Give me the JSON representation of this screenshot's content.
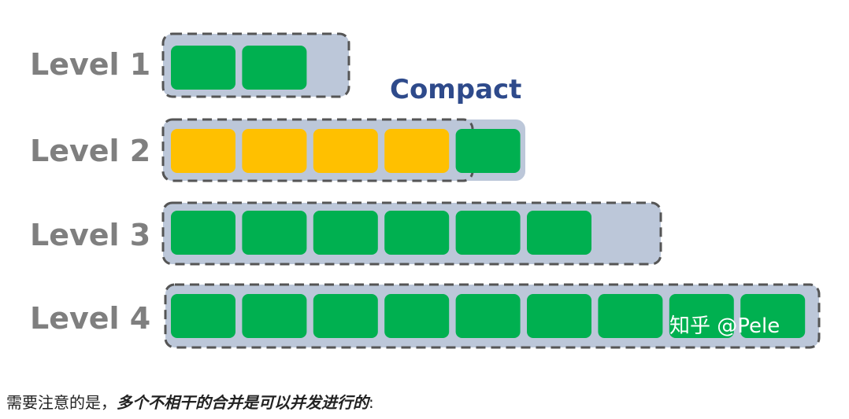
{
  "levels": [
    {
      "label": "Level 1",
      "blocks": [
        "green",
        "green"
      ]
    },
    {
      "label": "Level 2",
      "blocks": [
        "yellow",
        "yellow",
        "yellow",
        "yellow",
        "green"
      ]
    },
    {
      "label": "Level 3",
      "blocks": [
        "green",
        "green",
        "green",
        "green",
        "green",
        "green"
      ]
    },
    {
      "label": "Level 4",
      "blocks": [
        "green",
        "green",
        "green",
        "green",
        "green",
        "green",
        "green",
        "green",
        "green"
      ]
    }
  ],
  "compact_label": "Compact",
  "watermark": "知乎 @Pele",
  "caption": {
    "prefix": "需要注意的是，",
    "emphasis": "多个不相干的合并是可以并发进行的",
    "suffix": ":"
  },
  "colors": {
    "green": "#00b050",
    "yellow": "#ffc000",
    "container": "#bcc7d9",
    "dashed_border": "#555555",
    "level_text": "#7f7f7f",
    "compact_text": "#2e4a8b"
  }
}
